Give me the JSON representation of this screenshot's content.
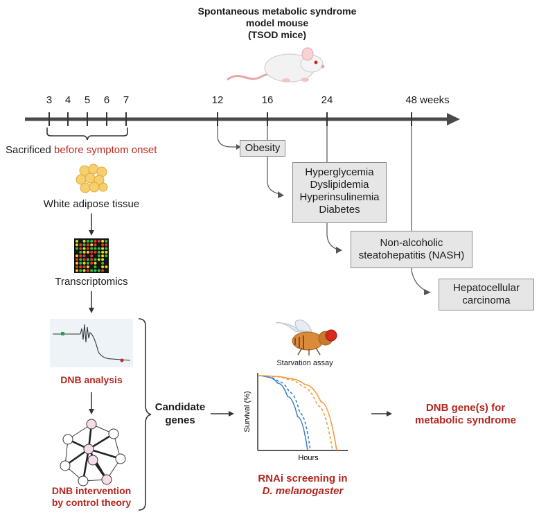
{
  "title": {
    "line1": "Spontaneous metabolic syndrome",
    "line2": "model mouse",
    "line3": "(TSOD mice)"
  },
  "timeline": {
    "ticks": [
      "3",
      "4",
      "5",
      "6",
      "7",
      "12",
      "16",
      "24",
      "48 weeks"
    ]
  },
  "sacrificed": {
    "prefix": "Sacrificed ",
    "highlight": "before symptom onset"
  },
  "workflow": {
    "adipose": "White adipose tissue",
    "transcriptomics": "Transcriptomics",
    "dnb_analysis": "DNB analysis",
    "dnb_intervention_1": "DNB intervention",
    "dnb_intervention_2": "by control theory",
    "candidate_1": "Candidate",
    "candidate_2": "genes"
  },
  "stages": {
    "obesity": "Obesity",
    "group2": [
      "Hyperglycemia",
      "Dyslipidemia",
      "Hyperinsulinemia",
      "Diabetes"
    ],
    "nash_1": "Non-alcoholic",
    "nash_2": "steatohepatitis (NASH)",
    "hcc_1": "Hepatocellular",
    "hcc_2": "carcinoma"
  },
  "fly": {
    "assay": "Starvation assay",
    "ylabel": "Survival (%)",
    "xlabel": "Hours",
    "rnai_1": "RNAi screening in",
    "rnai_2": "D. melanogaster"
  },
  "result": {
    "line1": "DNB gene(s) for",
    "line2": "metabolic syndrome"
  },
  "colors": {
    "accent_red": "#c0281f",
    "box_fill": "#e6e6e6",
    "curve_blue": "#3a7fd0",
    "curve_orange": "#f29a3a"
  },
  "chart_data": {
    "type": "line",
    "title": "Starvation assay",
    "xlabel": "Hours",
    "ylabel": "Survival (%)",
    "series": [
      {
        "values": [
          1.0,
          0.98,
          0.9,
          0.72,
          0.45,
          0.0
        ]
      },
      {
        "values": [
          1.0,
          0.98,
          0.92,
          0.78,
          0.5,
          0.0
        ]
      },
      {
        "values": [
          1.0,
          0.99,
          0.95,
          0.85,
          0.6,
          0.0
        ]
      },
      {
        "values": [
          1.0,
          0.99,
          0.96,
          0.88,
          0.65,
          0.0
        ]
      }
    ]
  }
}
